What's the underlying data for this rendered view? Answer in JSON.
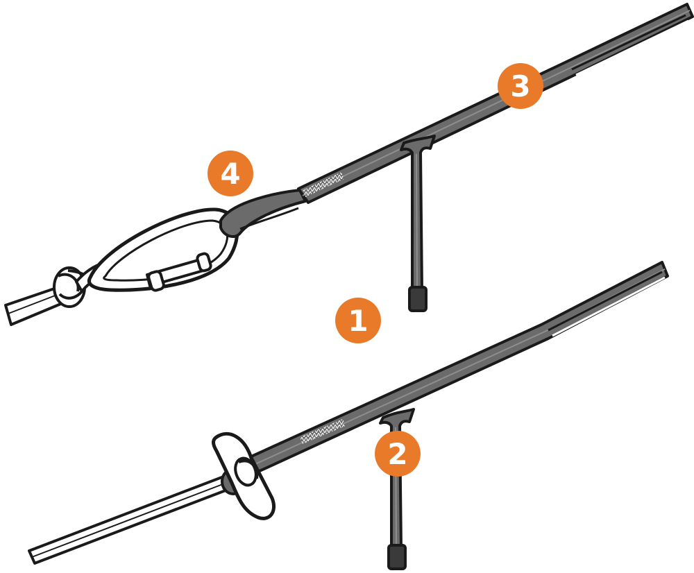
{
  "colors": {
    "background": "#ffffff",
    "outline": "#1a1a1a",
    "strap_fill": "#6b6b6b",
    "strap_highlight": "#8e8e8e",
    "cord_fill": "#ffffff",
    "tip_fill": "#3a3a3a",
    "callout_fill": "#e87a2a",
    "callout_text": "#ffffff"
  },
  "callouts": [
    {
      "id": "1",
      "label": "1"
    },
    {
      "id": "2",
      "label": "2"
    },
    {
      "id": "3",
      "label": "3"
    },
    {
      "id": "4",
      "label": "4"
    }
  ],
  "icons": {
    "carabiner": "carabiner-icon",
    "knot": "knot-icon",
    "tensioner": "cord-tensioner-icon"
  }
}
